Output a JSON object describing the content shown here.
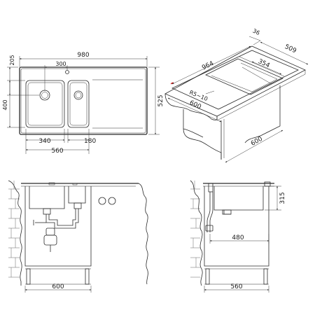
{
  "top_view": {
    "width": "980",
    "hole_offset": "300",
    "left_bowl_width": "340",
    "right_bowl_width": "180",
    "bowls_total": "560",
    "edge_offset": "205",
    "bowl_depth": "400",
    "depth": "525"
  },
  "iso_view": {
    "width": "964",
    "rim": "36",
    "depth": "509",
    "drainer": "354",
    "radius": "R5~10",
    "cabinet_front": "600",
    "cabinet_side": "600"
  },
  "front_view": {
    "cabinet": "600"
  },
  "side_view": {
    "height": "315",
    "reach": "480",
    "cabinet": "560"
  }
}
